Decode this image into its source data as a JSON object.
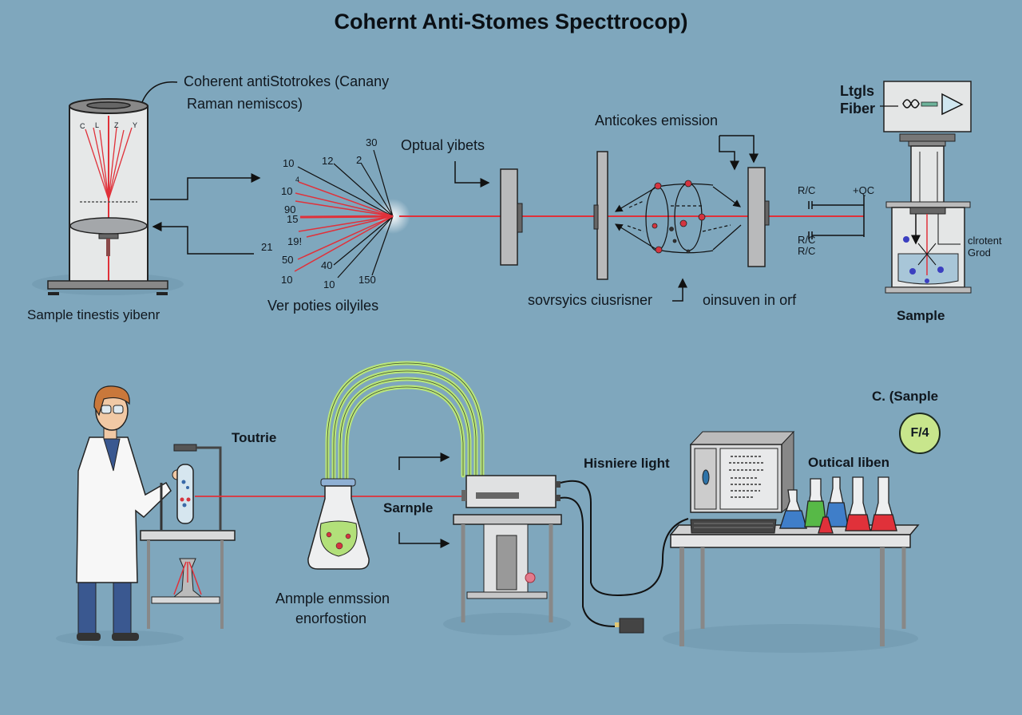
{
  "title": "Cohernt Anti-Stomes Specttrocop)",
  "top_section": {
    "cylinder_callout": [
      "Coherent antiStotrokes (Canany",
      "Raman nemiscos)"
    ],
    "cylinder_marks": [
      "C",
      "L",
      "Z",
      "Y"
    ],
    "cylinder_caption": "Sample tinestis yibenr",
    "fan_numbers": [
      "30",
      "10",
      "12",
      "2",
      "4",
      "10",
      "90",
      "15",
      "19!",
      "21",
      "50",
      "40",
      "10",
      "10",
      "150"
    ],
    "fan_caption": "Ver poties oilyiles",
    "optical_label": "Optual yibets",
    "emission_label": "Anticokes emission",
    "left_bottom_caption": "sovrsyics ciusrisner",
    "right_bottom_caption": "oinsuven in orf",
    "rc_labels": [
      "R/C",
      "+QC",
      "R/C",
      "R/C"
    ],
    "instrument_labels": [
      "Ltgls",
      "Fiber"
    ],
    "side_label": [
      "clrotent",
      "Grod"
    ],
    "sample_caption": "Sample"
  },
  "bottom_section": {
    "test_tube_label": "Toutrie",
    "flask_caption": [
      "Anmple enmssion",
      "enorfostion"
    ],
    "sample_label": "Sarnple",
    "light_label": "Hisniere light",
    "bench_label": "Outical liben",
    "corner_label": "C. (Sanple",
    "badge_text": "F/4"
  },
  "colors": {
    "background": "#7fa7bd",
    "laser": "#e0313a",
    "fiber": "#b9e67a",
    "flask_green": "#57b947",
    "flask_blue": "#3f7ec9",
    "flask_red": "#e0313a",
    "badge": "#c8e68c"
  }
}
